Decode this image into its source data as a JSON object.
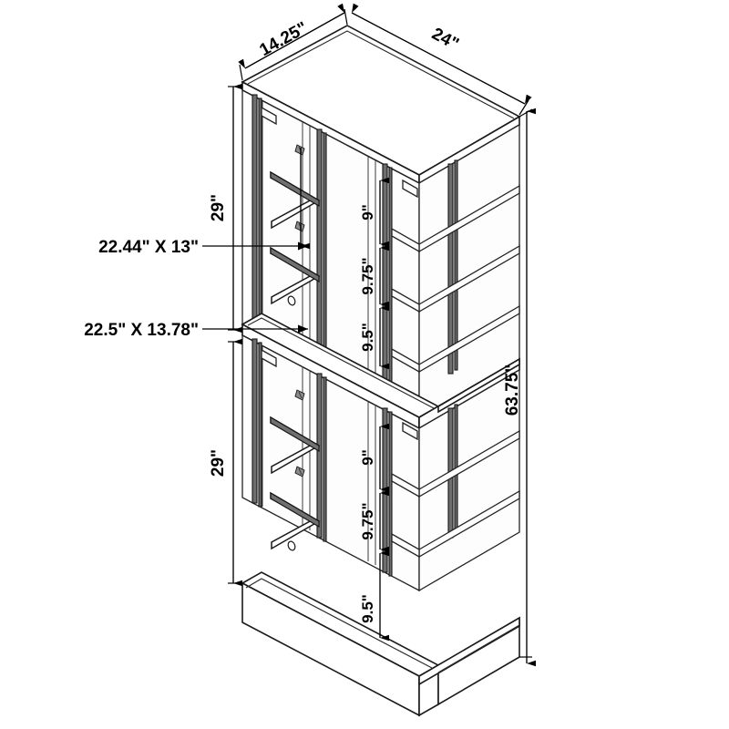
{
  "drawing": {
    "title": "Display cabinet dimension drawing",
    "view": "isometric",
    "units": "inches",
    "line_color": "#1a1a1a",
    "background_color": "#ffffff"
  },
  "dimensions": {
    "top_depth": "14.25\"",
    "top_width": "24\"",
    "overall_height": "63.75\"",
    "upper_section_height": "29\"",
    "lower_section_height": "29\"",
    "shelf_gap_top": "9\"",
    "shelf_gap_middle": "9.75\"",
    "shelf_gap_bottom": "9.5\"",
    "shelf_gap_top_lower": "9\"",
    "shelf_gap_middle_lower": "9.75\"",
    "shelf_gap_bottom_lower": "9.5\""
  },
  "callouts": {
    "glass_shelf": "22.44\" X 13\"",
    "wood_shelf": "22.5\" X 13.78\""
  }
}
